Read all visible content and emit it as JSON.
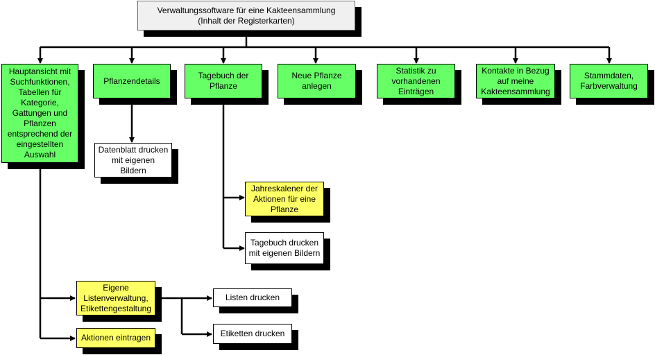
{
  "diagram": {
    "root": "Verwaltungssoftware für eine Kakteensammlung\n(Inhalt der Registerkarten)",
    "nodes": {
      "hauptansicht": "Hauptansicht mit\nSuchfunktionen,\nTabellen für\nKategorie,\nGattungen und\nPflanzen\nentsprechend der\neingestellten\nAuswahl",
      "pflanzendetails": "Pflanzendetails",
      "tagebuch": "Tagebuch der\nPflanze",
      "neue_pflanze": "Neue Pflanze\nanlegen",
      "statistik": "Statistik zu\nvorhandenen\nEinträgen",
      "kontakte": "Kontakte in Bezug\nauf meine\nKakteensammlung",
      "stammdaten": "Stammdaten,\nFarbverwaltung",
      "datenblatt": "Datenblatt drucken\nmit eigenen\nBildern",
      "jahreskalender": "Jahreskalener der\nAktionen für eine\nPflanze",
      "tagebuch_drucken": "Tagebuch drucken\nmit eigenen Bildern",
      "listenverwaltung": "Eigene\nListenverwaltung,\nEtikettengestaltung",
      "aktionen": "Aktionen eintragen",
      "listen_drucken": "Listen drucken",
      "etiketten_drucken": "Etiketten drucken"
    }
  }
}
